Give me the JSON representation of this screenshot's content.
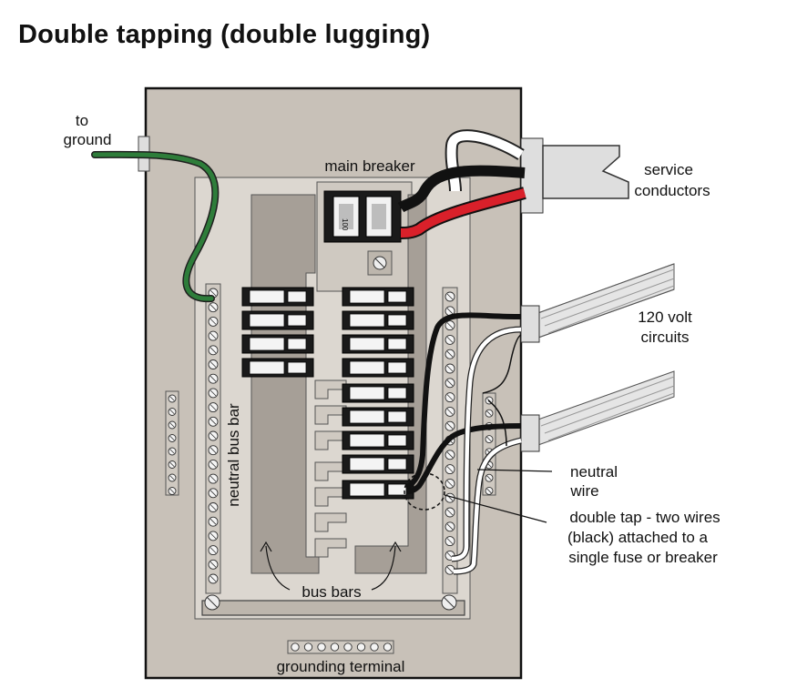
{
  "title": "Double tapping (double lugging)",
  "labels": {
    "to_ground": [
      "to",
      "ground"
    ],
    "main_breaker": "main breaker",
    "service_conductors": [
      "service",
      "conductors"
    ],
    "circuits_120v": [
      "120 volt",
      "circuits"
    ],
    "neutral_bus_bar": "neutral bus bar",
    "neutral_wire": [
      "neutral",
      "wire"
    ],
    "double_tap": [
      "double tap - two wires",
      "(black) attached to a",
      "single fuse or breaker"
    ],
    "bus_bars": "bus bars",
    "grounding_terminal": "grounding terminal",
    "main_breaker_rating": "100"
  },
  "colors": {
    "panel": "#c8c1b8",
    "inner_panel": "#d9d4cd",
    "bus_bar": "#a59e96",
    "ground_wire": "#2e7d3a",
    "hot_wire_black": "#111111",
    "hot_wire_red": "#d9202a",
    "neutral_wire": "#ffffff"
  }
}
